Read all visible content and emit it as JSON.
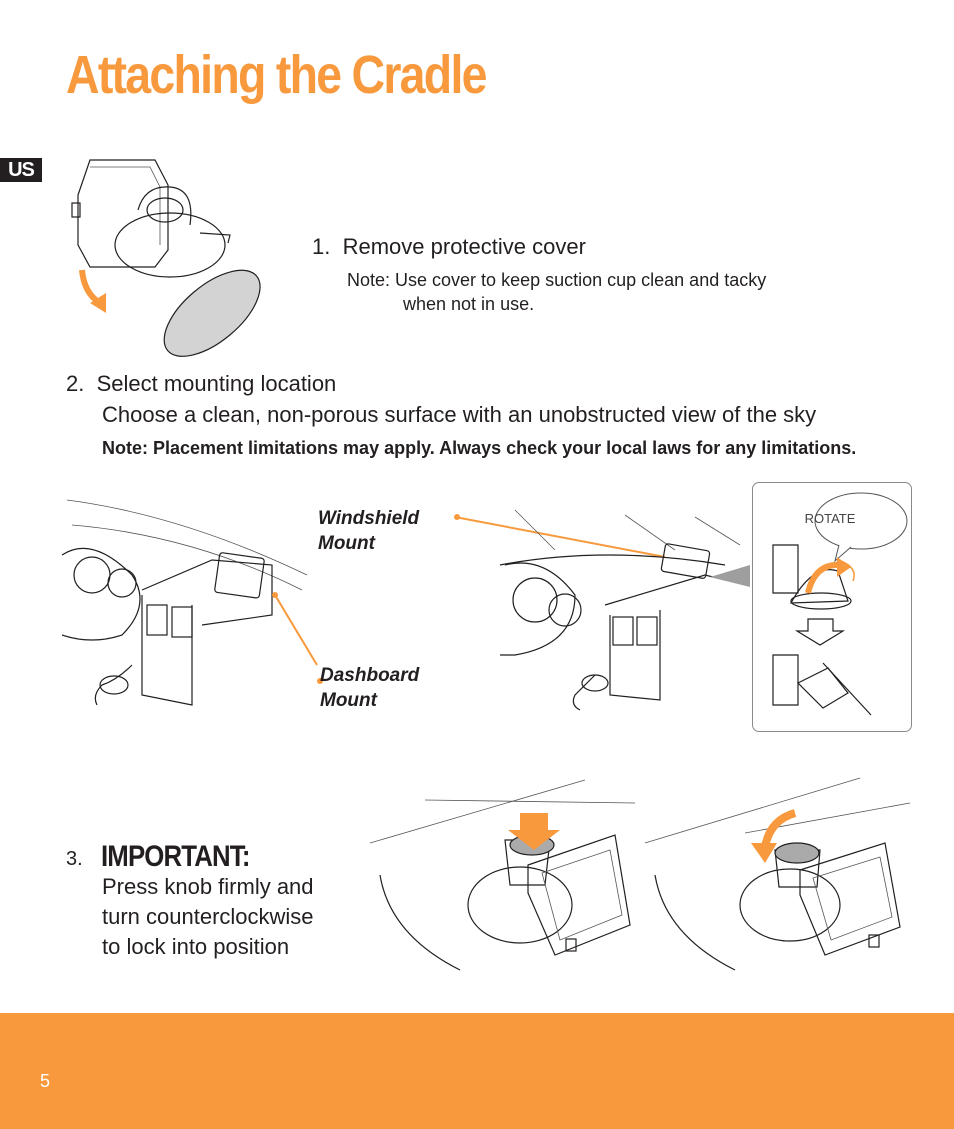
{
  "title": "Attaching the Cradle",
  "lang_tab": "US",
  "step1": {
    "number": "1.",
    "heading": "Remove protective cover",
    "note_line1": "Note: Use cover to keep suction cup clean and tacky",
    "note_line2": "when not in use."
  },
  "step2": {
    "number": "2.",
    "heading": "Select mounting location",
    "body": "Choose a clean, non-porous surface with an unobstructed view of the sky",
    "note": "Note: Placement limitations may apply. Always check your local laws for any limitations."
  },
  "callouts": {
    "windshield_line1": "Windshield",
    "windshield_line2": "Mount",
    "dashboard_line1": "Dashboard",
    "dashboard_line2": "Mount",
    "rotate": "ROTATE"
  },
  "step3": {
    "number": "3.",
    "heading": "IMPORTANT:",
    "line1": "Press knob firmly and",
    "line2": "turn counterclockwise",
    "line3": "to lock into position"
  },
  "footer": {
    "page_number": "5"
  },
  "colors": {
    "accent": "#f7993c",
    "text": "#231f20"
  }
}
